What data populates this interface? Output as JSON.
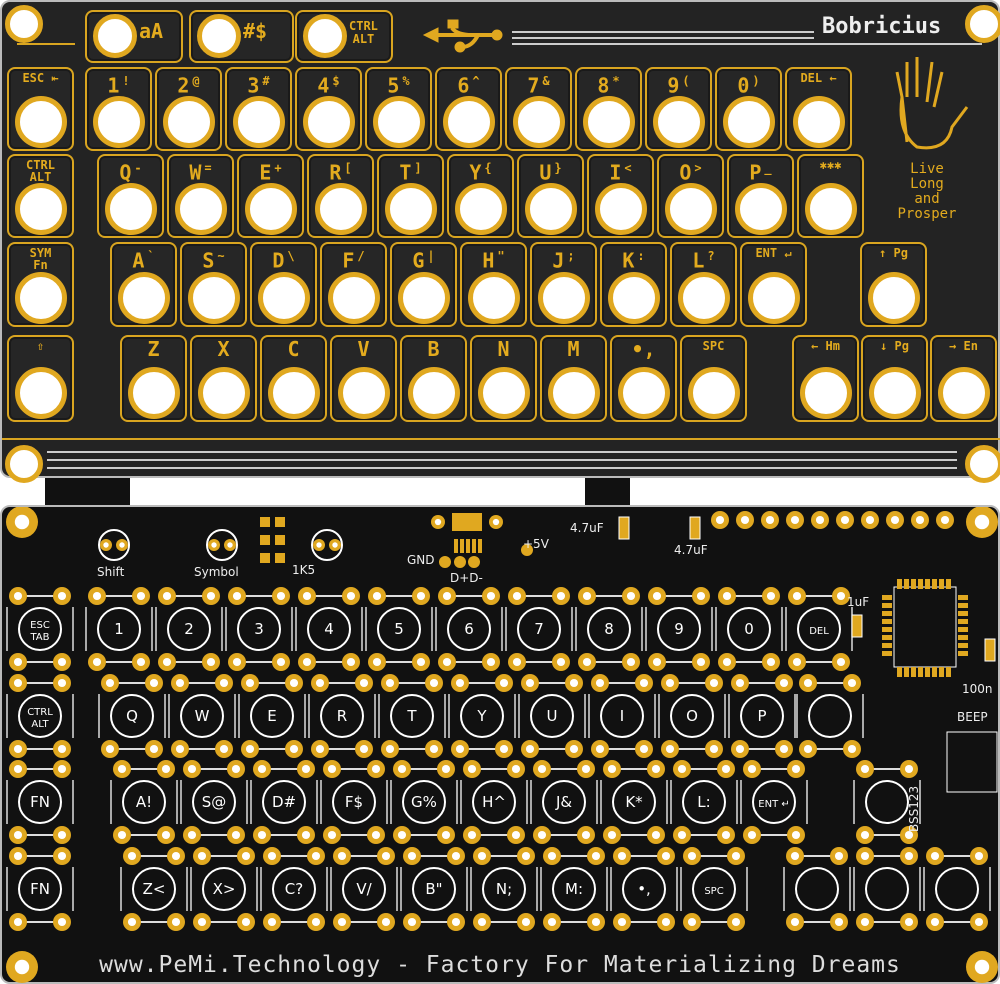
{
  "colors": {
    "board": "#1d1d1d",
    "copper": "#e0a820",
    "silk": "#ffffff"
  },
  "top": {
    "brand": "Bobricius",
    "usb_icon": "usb-icon",
    "motto": [
      "Live",
      "Long",
      "and",
      "Prosper"
    ],
    "hand_icon": "vulcan-salute-icon",
    "modifiers": [
      {
        "label": "aA"
      },
      {
        "label": "#$"
      },
      {
        "label": "CTRL\nALT"
      }
    ],
    "rows": [
      [
        {
          "main": "ESC ⇤",
          "small": true
        },
        {
          "main": "1",
          "alt": "!"
        },
        {
          "main": "2",
          "alt": "@"
        },
        {
          "main": "3",
          "alt": "#"
        },
        {
          "main": "4",
          "alt": "$"
        },
        {
          "main": "5",
          "alt": "%"
        },
        {
          "main": "6",
          "alt": "^"
        },
        {
          "main": "7",
          "alt": "&"
        },
        {
          "main": "8",
          "alt": "*"
        },
        {
          "main": "9",
          "alt": "("
        },
        {
          "main": "0",
          "alt": ")"
        },
        {
          "main": "DEL ←",
          "small": true
        }
      ],
      [
        {
          "main": "CTRL\nALT",
          "small": true
        },
        {
          "main": "Q",
          "alt": "-"
        },
        {
          "main": "W",
          "alt": "="
        },
        {
          "main": "E",
          "alt": "+"
        },
        {
          "main": "R",
          "alt": "["
        },
        {
          "main": "T",
          "alt": "]"
        },
        {
          "main": "Y",
          "alt": "{"
        },
        {
          "main": "U",
          "alt": "}"
        },
        {
          "main": "I",
          "alt": "<"
        },
        {
          "main": "O",
          "alt": ">"
        },
        {
          "main": "P",
          "alt": "_"
        },
        {
          "main": "✱✱✱",
          "small": true
        }
      ],
      [
        {
          "main": "SYM\nFn",
          "small": true
        },
        {
          "main": "A",
          "alt": "`"
        },
        {
          "main": "S",
          "alt": "~"
        },
        {
          "main": "D",
          "alt": "\\"
        },
        {
          "main": "F",
          "alt": "/"
        },
        {
          "main": "G",
          "alt": "|"
        },
        {
          "main": "H",
          "alt": "\""
        },
        {
          "main": "J",
          "alt": ";"
        },
        {
          "main": "K",
          "alt": ":"
        },
        {
          "main": "L",
          "alt": "?"
        },
        {
          "main": "ENT ↵",
          "small": true
        },
        {
          "main": "↑ Pg",
          "small": true
        }
      ],
      [
        {
          "main": "⇧",
          "small": true
        },
        {
          "main": "Z"
        },
        {
          "main": "X"
        },
        {
          "main": "C"
        },
        {
          "main": "V"
        },
        {
          "main": "B"
        },
        {
          "main": "N"
        },
        {
          "main": "M"
        },
        {
          "main": "•,"
        },
        {
          "main": "SPC",
          "small": true
        },
        {
          "main": "← Hm",
          "small": true
        },
        {
          "main": "↓ Pg",
          "small": true
        },
        {
          "main": "→ En",
          "small": true
        }
      ]
    ]
  },
  "bottom": {
    "labels": {
      "shift": "Shift",
      "symbol": "Symbol",
      "r1k5": "1K5",
      "gnd": "GND",
      "dpdm": "D+D-",
      "v5": "+5V",
      "cap1": "4.7uF",
      "cap2": "4.7uF",
      "cap3": "1uF",
      "cap4": "100n",
      "beep": "BEEP",
      "transistor": "BSS123"
    },
    "rows": [
      [
        "ESC\nTAB",
        "1",
        "2",
        "3",
        "4",
        "5",
        "6",
        "7",
        "8",
        "9",
        "0",
        "DEL"
      ],
      [
        "CTRL\nALT",
        "Q",
        "W",
        "E",
        "R",
        "T",
        "Y",
        "U",
        "I",
        "O",
        "P",
        ""
      ],
      [
        "FN",
        "A!",
        "S@",
        "D#",
        "F$",
        "G%",
        "H^",
        "J&",
        "K*",
        "L:",
        "ENT ↵",
        ""
      ],
      [
        "FN",
        "Z<",
        "X>",
        "C?",
        "V/",
        "B\"",
        "N;",
        "M:",
        "•,",
        "SPC",
        "",
        "",
        ""
      ]
    ],
    "footer": "www.PeMi.Technology - Factory For Materializing Dreams"
  }
}
